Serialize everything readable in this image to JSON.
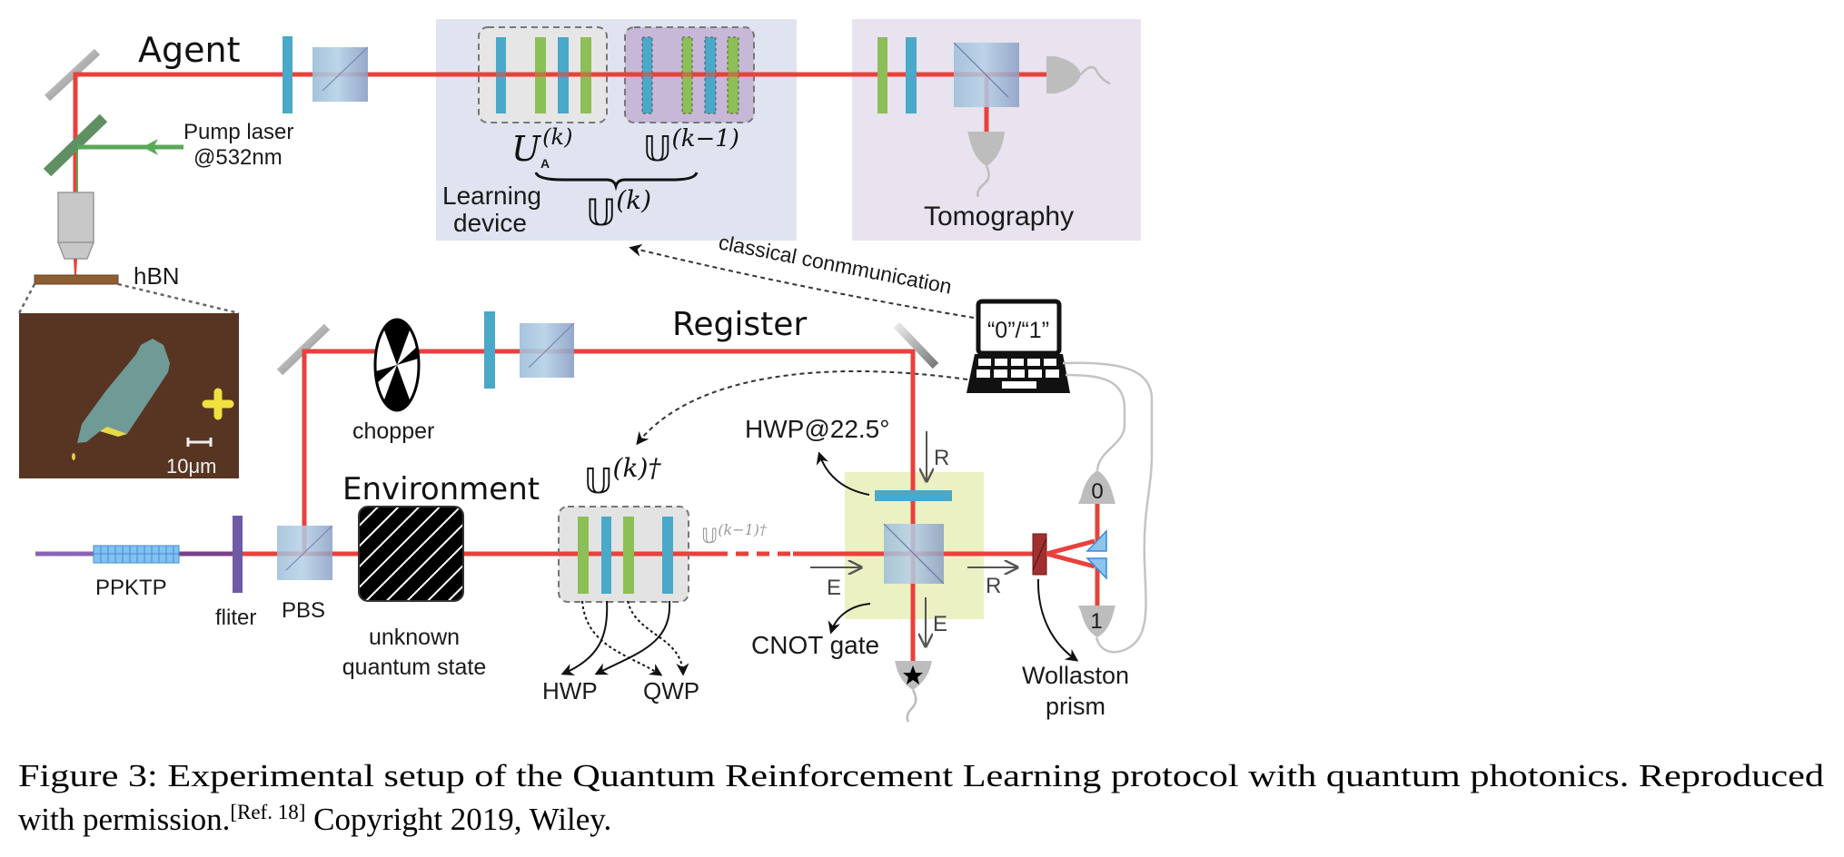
{
  "figure": {
    "agent": {
      "label": "Agent",
      "pump_laser": "Pump laser",
      "pump_wavelength": "@532nm",
      "sample": "hBN",
      "scale_bar": "10μm"
    },
    "learning_device": {
      "label_line1": "Learning",
      "label_line2": "device",
      "ua": "U",
      "ua_sub": "A",
      "ua_sup": "(k)",
      "u_prev": "𝕌",
      "u_prev_sup": "(k−1)",
      "u_k": "𝕌",
      "u_k_sup": "(k)"
    },
    "tomography": {
      "label": "Tomography"
    },
    "communication": {
      "label": "classical conmmunication",
      "laptop_text": "“0”/“1”"
    },
    "register": {
      "label": "Register",
      "chopper": "chopper"
    },
    "environment": {
      "label": "Environment",
      "state_line1": "unknown",
      "state_line2": "quantum state",
      "crystal": "PPKTP",
      "filter": "fliter",
      "pbs": "PBS"
    },
    "unitary": {
      "u_dag": "𝕌",
      "u_dag_sup": "(k)†",
      "u_prev_dag": "𝕌",
      "u_prev_dag_sup": "(k−1)†",
      "hwp": "HWP",
      "qwp": "QWP"
    },
    "cnot": {
      "hwp_label": "HWP@22.5°",
      "label": "CNOT gate",
      "r_in": "R",
      "e_in": "E",
      "r_out": "R",
      "e_out": "E"
    },
    "readout": {
      "wollaston_line1": "Wollaston",
      "wollaston_line2": "prism",
      "det0": "0",
      "det1": "1"
    }
  },
  "caption": {
    "line1": "Figure 3: Experimental setup of the Quantum Reinforcement Learning protocol with quantum photonics. Reproduced",
    "line2_start": "with permission.",
    "ref": "[Ref. 18]",
    "line2_end": " Copyright 2019, Wiley."
  },
  "colors": {
    "beam_red": "#e8413c",
    "pump_green": "#5aa85a",
    "pump_purple": "#8a64b4",
    "hwp_blue": "#4aa8c8",
    "qwp_green": "#8cbf55",
    "learning_box": "#dfe4f0",
    "tomography_box": "#e8e3ef",
    "cnot_box": "#eaf0bd",
    "prior_unitary_box": "#c8b8d8",
    "wollaston": "#a03030"
  }
}
